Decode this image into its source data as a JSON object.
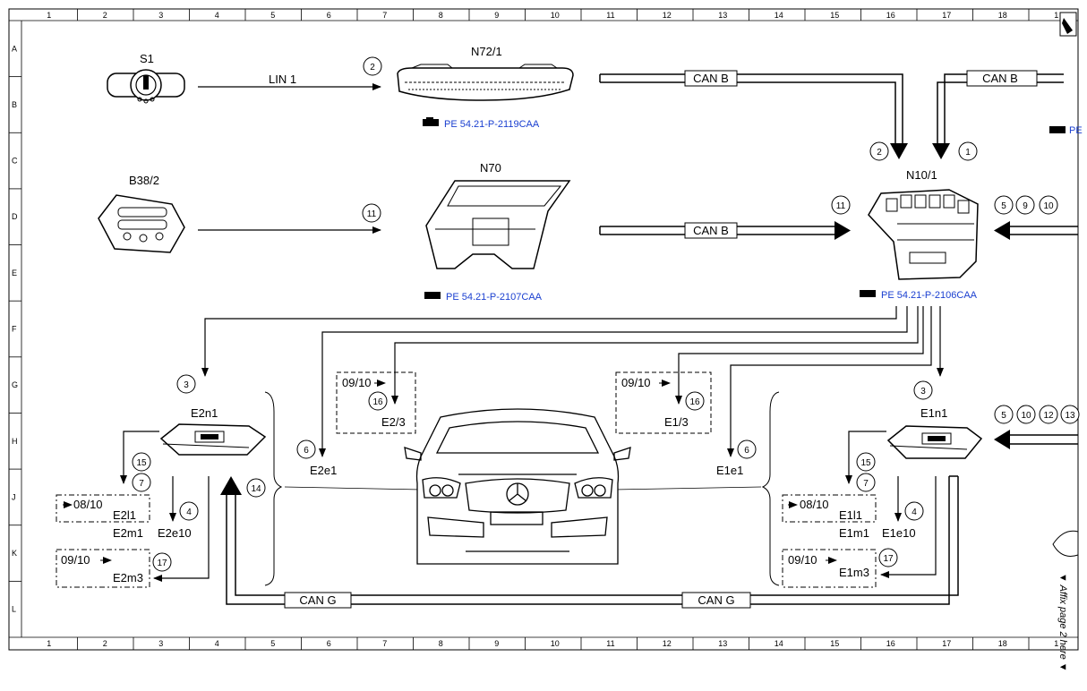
{
  "grid": {
    "columns": [
      "1",
      "2",
      "3",
      "4",
      "5",
      "6",
      "7",
      "8",
      "9",
      "10",
      "11",
      "12",
      "13",
      "14",
      "15",
      "16",
      "17",
      "18",
      "1"
    ],
    "rows": [
      "A",
      "B",
      "C",
      "D",
      "E",
      "F",
      "G",
      "H",
      "J",
      "K",
      "L"
    ]
  },
  "components": {
    "s1": "S1",
    "n72": "N72/1",
    "b38": "B38/2",
    "n70": "N70",
    "n10": "N10/1",
    "e2n1": "E2n1",
    "e1n1": "E1n1",
    "e2e1": "E2e1",
    "e1e1": "E1e1",
    "e23": "E2/3",
    "e13": "E1/3",
    "e2l1": "E2l1",
    "e2m1": "E2m1",
    "e2e10": "E2e10",
    "e2m3": "E2m3",
    "e1l1": "E1l1",
    "e1m1": "E1m1",
    "e1e10": "E1e10",
    "e1m3": "E1m3"
  },
  "buses": {
    "lin1": "LIN 1",
    "canb_top": "CAN B",
    "canb_right": "CAN B",
    "canb_mid": "CAN B",
    "cang_left": "CAN G",
    "cang_right": "CAN G"
  },
  "refs": {
    "n72": "PE 54.21-P-2119CAA",
    "n70": "PE 54.21-P-2107CAA",
    "n10": "PE 54.21-P-2106CAA",
    "right_cut": "PE"
  },
  "dates": {
    "e23": "09/10",
    "e13": "09/10",
    "e2l1": "08/10",
    "e2m3": "09/10",
    "e1l1": "08/10",
    "e1m3": "09/10"
  },
  "circles": {
    "c_lin": "2",
    "c_canb_2": "2",
    "c_canb_1": "1",
    "c_b38": "11",
    "c_n10_11": "11",
    "c_right_5": "5",
    "c_right_9": "9",
    "c_right_10": "10",
    "c_e2n1_3": "3",
    "c_e1n1_3": "3",
    "c_e23_16": "16",
    "c_e13_16": "16",
    "c_e2e1_6": "6",
    "c_e1e1_6": "6",
    "c_e2l1_15": "15",
    "c_e2l1_7": "7",
    "c_e2e10_4": "4",
    "c_e2m3_17": "17",
    "c_cang_14": "14",
    "c_e1l1_15": "15",
    "c_e1l1_7": "7",
    "c_e1e10_4": "4",
    "c_e1m3_17": "17",
    "c_r2_5": "5",
    "c_r2_10": "10",
    "c_r2_12": "12",
    "c_r2_13": "13"
  },
  "side_note": "▼ Affix page 2 here ▼"
}
